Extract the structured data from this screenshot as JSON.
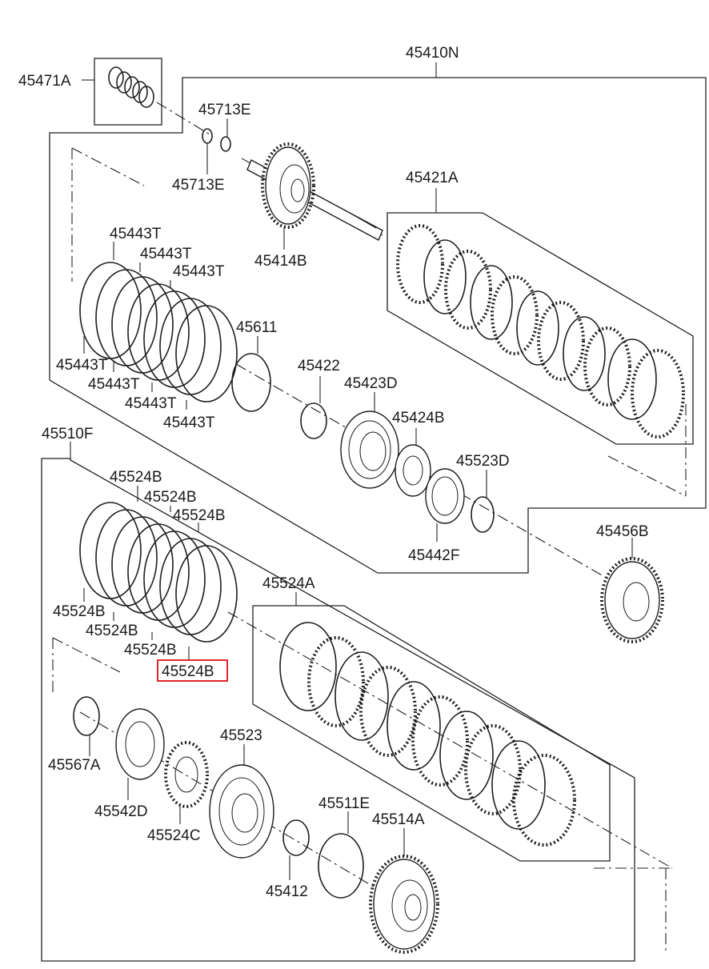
{
  "callouts": {
    "c45410N": "45410N",
    "c45471A": "45471A",
    "c45713E_top": "45713E",
    "c45713E_bottom": "45713E",
    "c45414B": "45414B",
    "c45421A": "45421A",
    "c45443T_1": "45443T",
    "c45443T_2": "45443T",
    "c45443T_3": "45443T",
    "c45443T_4": "45443T",
    "c45443T_5": "45443T",
    "c45443T_6": "45443T",
    "c45443T_7": "45443T",
    "c45611": "45611",
    "c45422": "45422",
    "c45423D": "45423D",
    "c45424B": "45424B",
    "c45523D": "45523D",
    "c45442F": "45442F",
    "c45456B": "45456B",
    "c45510F": "45510F",
    "c45524B_1": "45524B",
    "c45524B_2": "45524B",
    "c45524B_3": "45524B",
    "c45524B_4": "45524B",
    "c45524B_5": "45524B",
    "c45524B_6": "45524B",
    "c45524B_highlight": "45524B",
    "c45524A": "45524A",
    "c45567A": "45567A",
    "c45542D": "45542D",
    "c45524C": "45524C",
    "c45523": "45523",
    "c45511E": "45511E",
    "c45514A": "45514A",
    "c45412": "45412"
  },
  "colors": {
    "line": "#1e1e1e",
    "highlight": "#e0262b",
    "background": "#ffffff"
  }
}
